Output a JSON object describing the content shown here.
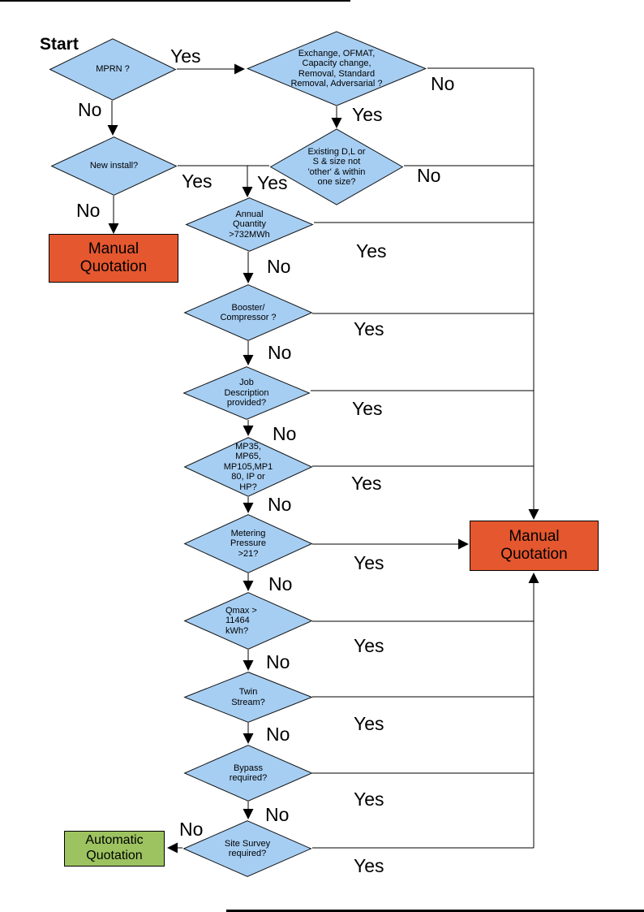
{
  "start_label": "Start",
  "colors": {
    "diamond_fill": "#A6CEF3",
    "manual_box_fill": "#E5572E",
    "auto_box_fill": "#9DC360",
    "line": "#000000"
  },
  "nodes": {
    "mprn": {
      "label": "MPRN ?"
    },
    "exchange": {
      "label": "Exchange, OFMAT, Capacity change, Removal, Standard Removal, Adversarial ?"
    },
    "new_install": {
      "label": "New install?"
    },
    "existing": {
      "label": "Existing D,L or S & size not 'other' & within one size?"
    },
    "annual": {
      "label": "Annual Quantity >732MWh"
    },
    "booster": {
      "label": "Booster/ Compressor ?"
    },
    "job_desc": {
      "label": "Job Description provided?"
    },
    "mp_tier": {
      "label": "MP35, MP65, MP105,MP180, IP or HP?"
    },
    "metering": {
      "label": "Metering Pressure >21?"
    },
    "qmax": {
      "label": "Qmax > 11464 kWh?"
    },
    "twin": {
      "label": "Twin Stream?"
    },
    "bypass": {
      "label": "Bypass required?"
    },
    "site_survey": {
      "label": "Site Survey required?"
    },
    "manual_left": {
      "label": "Manual Quotation"
    },
    "manual_right": {
      "label": "Manual Quotation"
    },
    "auto": {
      "label": "Automatic Quotation"
    }
  },
  "edge_labels": {
    "mprn_yes": "Yes",
    "mprn_no": "No",
    "exchange_no": "No",
    "exchange_yes": "Yes",
    "new_install_yes": "Yes",
    "existing_yes": "Yes",
    "existing_no": "No",
    "new_install_no": "No",
    "annual_no": "No",
    "annual_yes": "Yes",
    "booster_no": "No",
    "booster_yes": "Yes",
    "job_desc_no": "No",
    "job_desc_yes": "Yes",
    "mp_tier_no": "No",
    "mp_tier_yes": "Yes",
    "metering_no": "No",
    "metering_yes": "Yes",
    "qmax_no": "No",
    "qmax_yes": "Yes",
    "twin_no": "No",
    "twin_yes": "Yes",
    "bypass_no": "No",
    "bypass_yes": "Yes",
    "site_no": "No",
    "site_yes": "Yes"
  }
}
